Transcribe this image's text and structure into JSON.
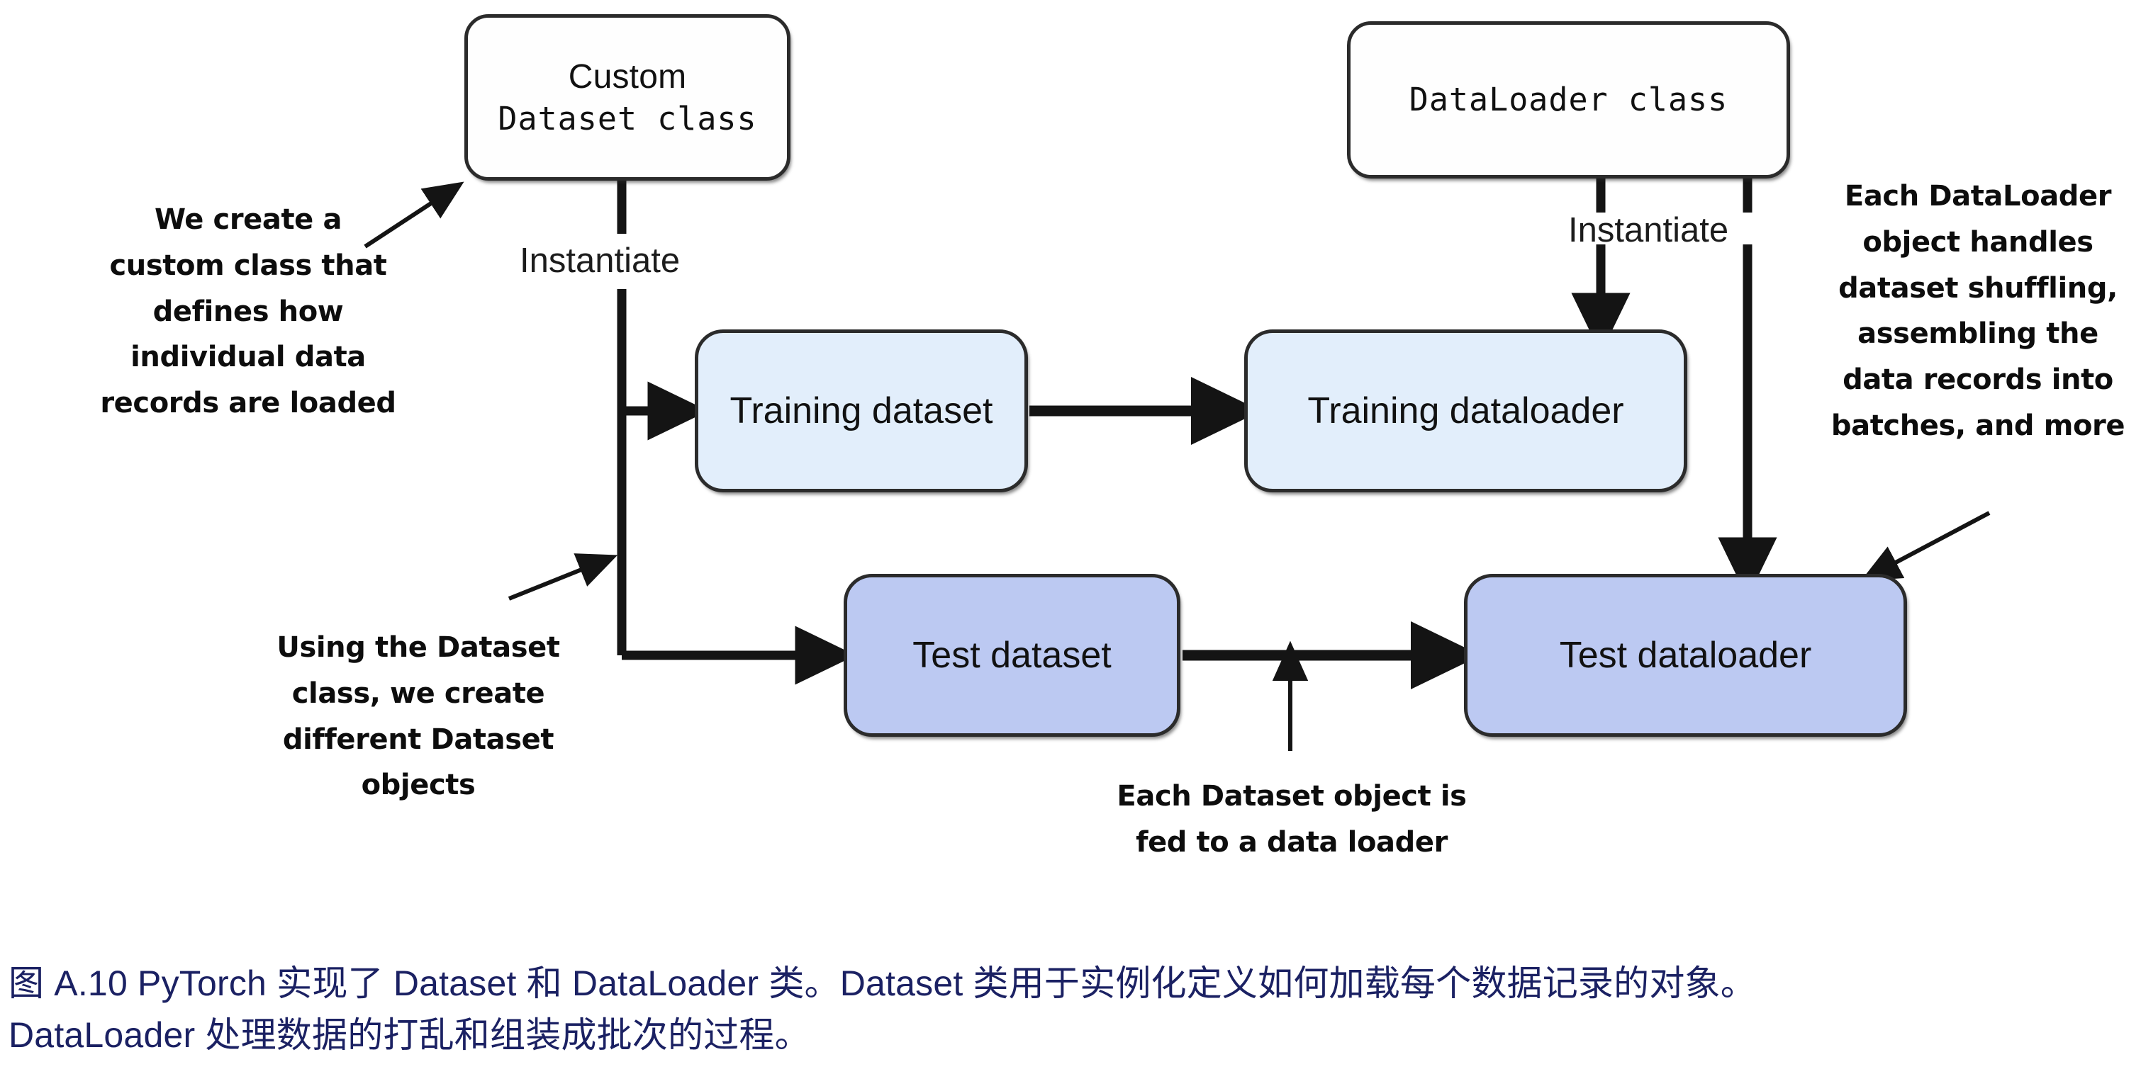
{
  "figure": {
    "nodes": {
      "custom_dataset_class": {
        "line1": "Custom",
        "line2": "Dataset  class"
      },
      "dataloader_class": {
        "label": "DataLoader class"
      },
      "training_dataset": {
        "label": "Training dataset"
      },
      "training_dataloader": {
        "label": "Training dataloader"
      },
      "test_dataset": {
        "label": "Test dataset"
      },
      "test_dataloader": {
        "label": "Test dataloader"
      }
    },
    "edge_labels": {
      "instantiate_left": "Instantiate",
      "instantiate_right": "Instantiate"
    },
    "annotations": {
      "create_custom_class": "We create a\ncustom class that\ndefines how\nindividual data\nrecords are loaded",
      "using_dataset_class": "Using the Dataset\nclass, we create\ndifferent Dataset\nobjects",
      "each_dataloader_object": "Each DataLoader\nobject handles\ndataset shuffling,\nassembling the\ndata records into\nbatches, and more",
      "each_dataset_object": "Each Dataset object is\nfed to a data loader"
    },
    "colors": {
      "train_fill": "#e2eefb",
      "test_fill": "#bcc9f2",
      "class_fill": "#fefefe",
      "stroke": "#2b2b2b",
      "caption": "#1b2163"
    }
  },
  "caption": {
    "line1": "图 A.10 PyTorch 实现了 Dataset 和 DataLoader 类。Dataset 类用于实例化定义如何加载每个数据记录的对象。",
    "line2": "DataLoader 处理数据的打乱和组装成批次的过程。"
  }
}
